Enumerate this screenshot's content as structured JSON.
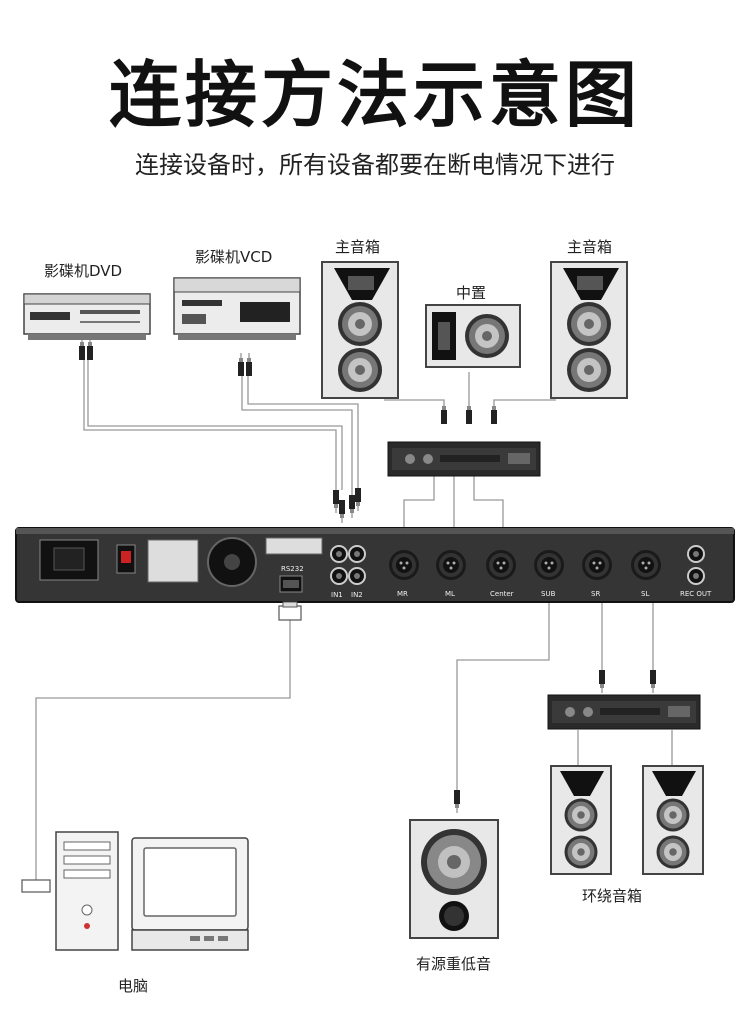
{
  "title": "连接方法示意图",
  "subtitle": "连接设备时，所有设备都要在断电情况下进行",
  "devices": {
    "dvd": "影碟机DVD",
    "vcd": "影碟机VCD",
    "main_speaker_left": "主音箱",
    "center": "中置",
    "main_speaker_right": "主音箱",
    "surround": "环绕音箱",
    "subwoofer": "有源重低音",
    "computer": "电脑"
  },
  "panel_labels": {
    "rs232": "RS232",
    "in1": "IN1",
    "in2": "IN2",
    "mr": "MR",
    "ml": "ML",
    "center": "Center",
    "sub": "SUB",
    "sr": "SR",
    "sl": "SL",
    "rec_out": "REC OUT"
  }
}
